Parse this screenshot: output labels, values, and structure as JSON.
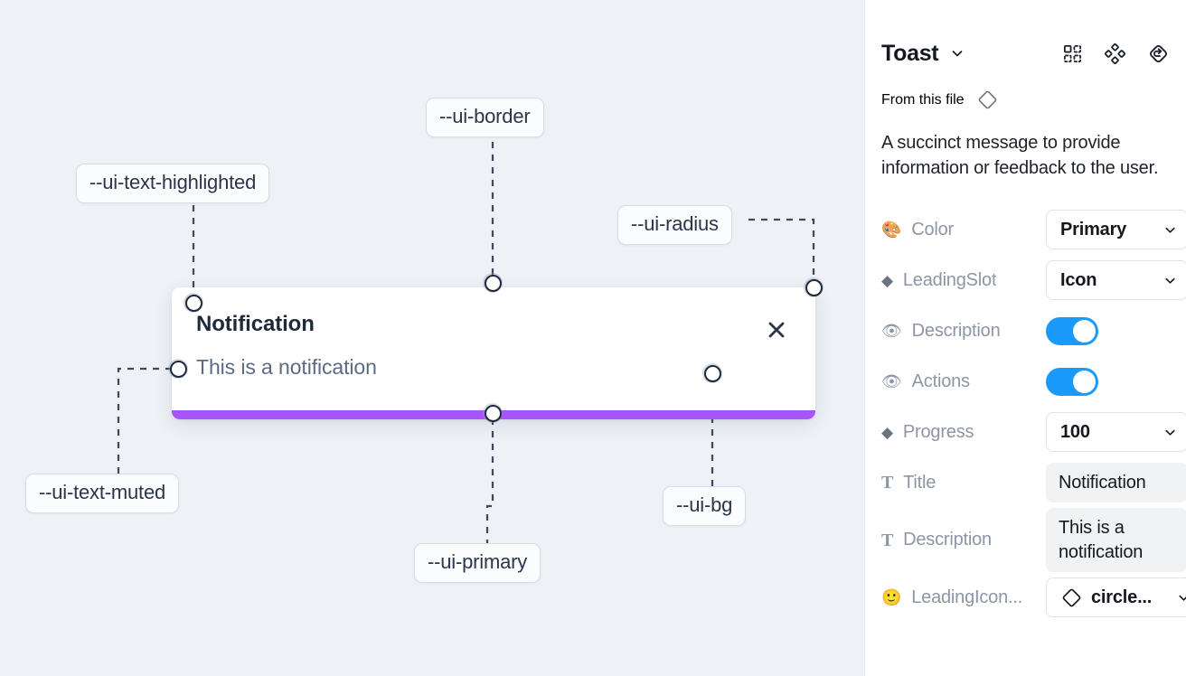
{
  "canvas": {
    "background_color": "#eef1f6",
    "toast": {
      "title": "Notification",
      "description": "This is a notification",
      "close_icon": "close-icon",
      "progress_color": "#a855f7",
      "background_color": "#ffffff"
    },
    "annotations": [
      {
        "name": "ui-text-highlighted",
        "label": "--ui-text-highlighted"
      },
      {
        "name": "ui-border",
        "label": "--ui-border"
      },
      {
        "name": "ui-radius",
        "label": "--ui-radius"
      },
      {
        "name": "ui-text-muted",
        "label": "--ui-text-muted"
      },
      {
        "name": "ui-primary",
        "label": "--ui-primary"
      },
      {
        "name": "ui-bg",
        "label": "--ui-bg"
      }
    ]
  },
  "panel": {
    "title": "Toast",
    "title_caret_icon": "chevron-down-icon",
    "header_icons": [
      {
        "name": "component-set-icon"
      },
      {
        "name": "component-icon"
      },
      {
        "name": "reset-instance-icon"
      }
    ],
    "from_this_file": {
      "label": "From this file",
      "icon": "diamond-icon"
    },
    "description": "A succinct message to provide information or feedback to the user.",
    "properties": [
      {
        "name": "color",
        "icon": "palette-emoji",
        "icon_glyph": "🎨",
        "label": "Color",
        "control": "select",
        "value": "Primary"
      },
      {
        "name": "leading-slot",
        "icon": "diamond-icon",
        "icon_glyph": "◆",
        "label": "LeadingSlot",
        "control": "select",
        "value": "Icon"
      },
      {
        "name": "description",
        "icon": "eye-emoji",
        "icon_glyph": "👁",
        "label": "Description",
        "control": "toggle",
        "value": "on"
      },
      {
        "name": "actions",
        "icon": "eye-emoji",
        "icon_glyph": "👁",
        "label": "Actions",
        "control": "toggle",
        "value": "on"
      },
      {
        "name": "progress",
        "icon": "diamond-icon",
        "icon_glyph": "◆",
        "label": "Progress",
        "control": "select",
        "value": "100"
      },
      {
        "name": "title",
        "icon": "text-icon",
        "icon_glyph": "T",
        "label": "Title",
        "control": "text",
        "value": "Notification"
      },
      {
        "name": "description-text",
        "icon": "text-icon",
        "icon_glyph": "T",
        "label": "Description",
        "control": "text",
        "value": "This is a notification"
      },
      {
        "name": "leading-icon",
        "icon": "smiley-emoji",
        "icon_glyph": "🙂",
        "label": "LeadingIcon...",
        "control": "icon-select",
        "value": "circle..."
      }
    ],
    "accent_color": "#1a9bfc"
  }
}
